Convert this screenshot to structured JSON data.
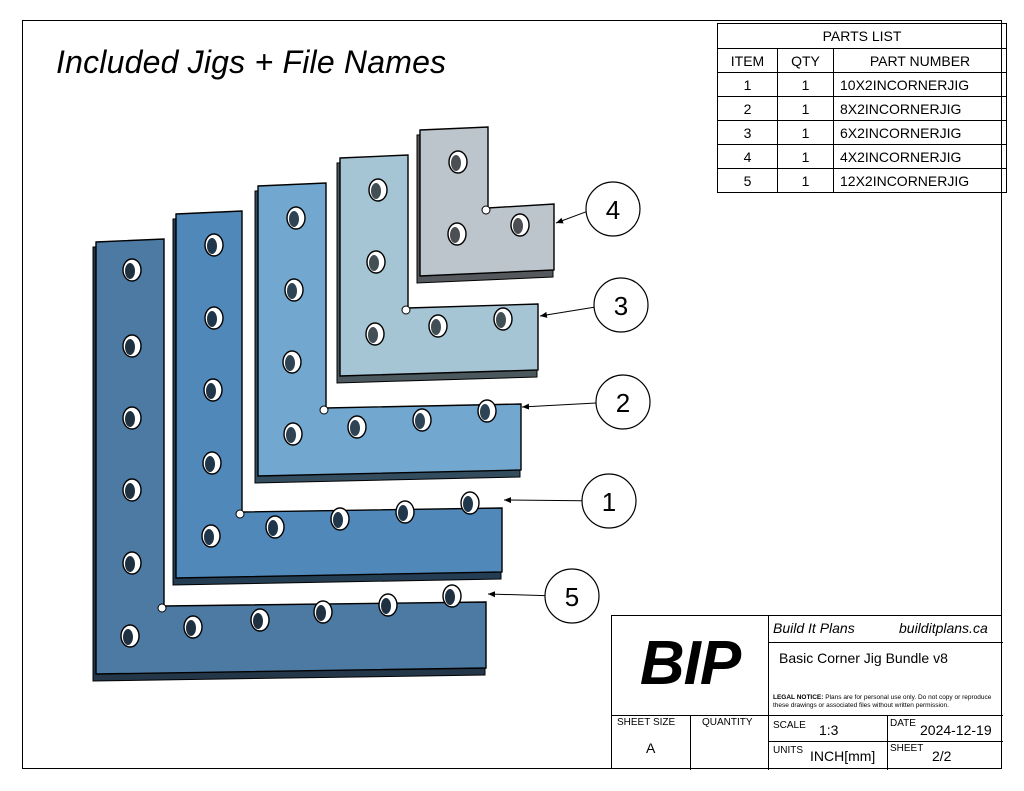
{
  "title": "Included Jigs + File Names",
  "parts_list": {
    "title": "PARTS LIST",
    "headers": [
      "ITEM",
      "QTY",
      "PART NUMBER"
    ],
    "rows": [
      {
        "item": "1",
        "qty": "1",
        "part": "10X2INCORNERJIG"
      },
      {
        "item": "2",
        "qty": "1",
        "part": "8X2INCORNERJIG"
      },
      {
        "item": "3",
        "qty": "1",
        "part": "6X2INCORNERJIG"
      },
      {
        "item": "4",
        "qty": "1",
        "part": "4X2INCORNERJIG"
      },
      {
        "item": "5",
        "qty": "1",
        "part": "12X2INCORNERJIG"
      }
    ]
  },
  "balloons": [
    "4",
    "3",
    "2",
    "1",
    "5"
  ],
  "jig_colors": {
    "5": "#4d7aa3",
    "1": "#5088b9",
    "2": "#72a8d0",
    "3": "#a6c5d4",
    "4": "#bcc4cc"
  },
  "title_block": {
    "logo": "BIP",
    "company": "Build It Plans",
    "website": "builditplans.ca",
    "drawing_title": "Basic Corner Jig Bundle v8",
    "legal_label": "LEGAL NOTICE:",
    "legal_text": "Plans are for personal use only. Do not copy or reproduce these drawings or associated files without written permission.",
    "sheet_size_label": "SHEET SIZE",
    "sheet_size": "A",
    "quantity_label": "QUANTITY",
    "quantity": "",
    "scale_label": "SCALE",
    "scale": "1:3",
    "date_label": "DATE",
    "date": "2024-12-19",
    "units_label": "UNITS",
    "units": "INCH[mm]",
    "sheet_label": "SHEET",
    "sheet": "2/2"
  }
}
